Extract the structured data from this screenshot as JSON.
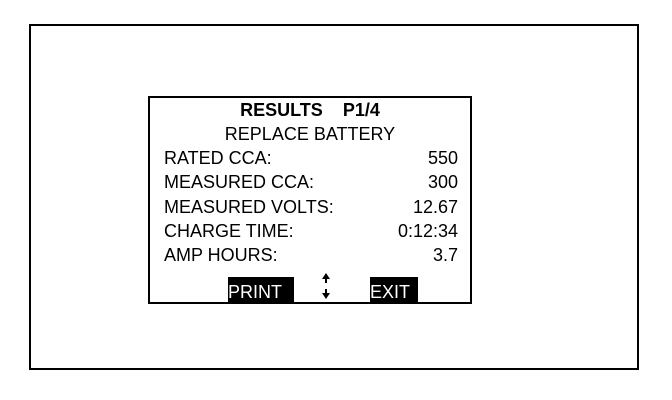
{
  "screen": {
    "header_title": "RESULTS",
    "header_page": "P1/4",
    "status_message": "REPLACE BATTERY",
    "rows": [
      {
        "label": "RATED CCA:",
        "value": "550"
      },
      {
        "label": "MEASURED CCA:",
        "value": "300"
      },
      {
        "label": "MEASURED VOLTS:",
        "value": "12.67"
      },
      {
        "label": "CHARGE TIME:",
        "value": "0:12:34"
      },
      {
        "label": "AMP HOURS:",
        "value": "3.7"
      }
    ],
    "softkeys": {
      "print_label": "PRINT",
      "exit_label": "EXIT"
    },
    "scroll_icon": "up-down-arrows-icon"
  },
  "colors": {
    "foreground": "#000000",
    "background": "#ffffff"
  }
}
